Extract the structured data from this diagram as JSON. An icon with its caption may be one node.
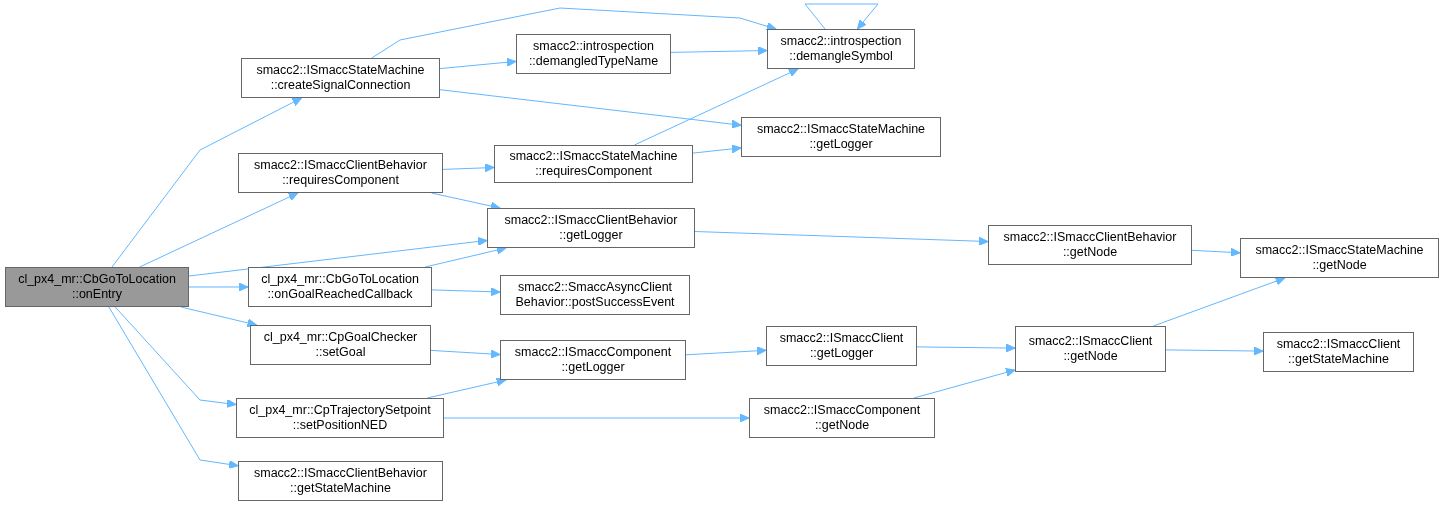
{
  "diagram": {
    "nodes": [
      {
        "text": [
          "cl_px4_mr::CbGoToLocation ::onEntry"
        ]
      },
      {
        "text": [
          "smacc2::ISmaccStateMachine ::createSignalConnection"
        ]
      },
      {
        "text": [
          "smacc2::introspection ::demangledTypeName"
        ]
      },
      {
        "text": [
          "smacc2::introspection ::demangleSymbol"
        ]
      },
      {
        "text": [
          "smacc2::ISmaccStateMachine ::getLogger"
        ]
      },
      {
        "text": [
          "smacc2::ISmaccClientBehavior ::requiresComponent"
        ]
      },
      {
        "text": [
          "smacc2::ISmaccStateMachine ::requiresComponent"
        ]
      },
      {
        "text": [
          "smacc2::ISmaccClientBehavior ::getLogger"
        ]
      },
      {
        "text": [
          "smacc2::ISmaccClientBehavior ::getNode"
        ]
      },
      {
        "text": [
          "smacc2::ISmaccStateMachine ::getNode"
        ]
      },
      {
        "text": [
          "cl_px4_mr::CbGoToLocation ::onGoalReachedCallback"
        ]
      },
      {
        "text": [
          "smacc2::SmaccAsyncClient Behavior::postSuccessEvent"
        ]
      },
      {
        "text": [
          "cl_px4_mr::CpGoalChecker ::setGoal"
        ]
      },
      {
        "text": [
          "smacc2::ISmaccComponent ::getLogger"
        ]
      },
      {
        "text": [
          "smacc2::ISmaccClient ::getLogger"
        ]
      },
      {
        "text": [
          "smacc2::ISmaccClient ::getNode"
        ]
      },
      {
        "text": [
          "smacc2::ISmaccClient ::getStateMachine"
        ]
      },
      {
        "text": [
          "cl_px4_mr::CpTrajectorySetpoint ::setPositionNED"
        ]
      },
      {
        "text": [
          "smacc2::ISmaccComponent ::getNode"
        ]
      },
      {
        "text": [
          "smacc2::ISmaccClientBehavior ::getStateMachine"
        ]
      }
    ],
    "edges": [
      {
        "from": 0,
        "to": 1,
        "arrow": "to"
      },
      {
        "from": 0,
        "to": 5,
        "arrow": "to"
      },
      {
        "from": 0,
        "to": 7,
        "arrow": "to"
      },
      {
        "from": 0,
        "to": 10,
        "arrow": "to"
      },
      {
        "from": 0,
        "to": 12,
        "arrow": "to"
      },
      {
        "from": 0,
        "to": 17,
        "arrow": "to"
      },
      {
        "from": 0,
        "to": 19,
        "arrow": "to"
      },
      {
        "from": 1,
        "to": 2,
        "arrow": "to"
      },
      {
        "from": 1,
        "to": 3,
        "arrow": "to"
      },
      {
        "from": 1,
        "to": 4,
        "arrow": "to"
      },
      {
        "from": 2,
        "to": 3,
        "arrow": "to"
      },
      {
        "from": 3,
        "to": 3,
        "arrow": "to"
      },
      {
        "from": 5,
        "to": 6,
        "arrow": "to"
      },
      {
        "from": 5,
        "to": 7,
        "arrow": "to"
      },
      {
        "from": 6,
        "to": 3,
        "arrow": "to"
      },
      {
        "from": 6,
        "to": 4,
        "arrow": "to"
      },
      {
        "from": 7,
        "to": 8,
        "arrow": "to"
      },
      {
        "from": 8,
        "to": 9,
        "arrow": "to"
      },
      {
        "from": 10,
        "to": 7,
        "arrow": "to"
      },
      {
        "from": 10,
        "to": 11,
        "arrow": "to"
      },
      {
        "from": 12,
        "to": 13,
        "arrow": "to"
      },
      {
        "from": 13,
        "to": 14,
        "arrow": "to"
      },
      {
        "from": 14,
        "to": 15,
        "arrow": "to"
      },
      {
        "from": 15,
        "to": 9,
        "arrow": "to"
      },
      {
        "from": 15,
        "to": 16,
        "arrow": "to"
      },
      {
        "from": 17,
        "to": 13,
        "arrow": "to"
      },
      {
        "from": 17,
        "to": 18,
        "arrow": "to"
      },
      {
        "from": 18,
        "to": 15,
        "arrow": "to"
      }
    ]
  }
}
